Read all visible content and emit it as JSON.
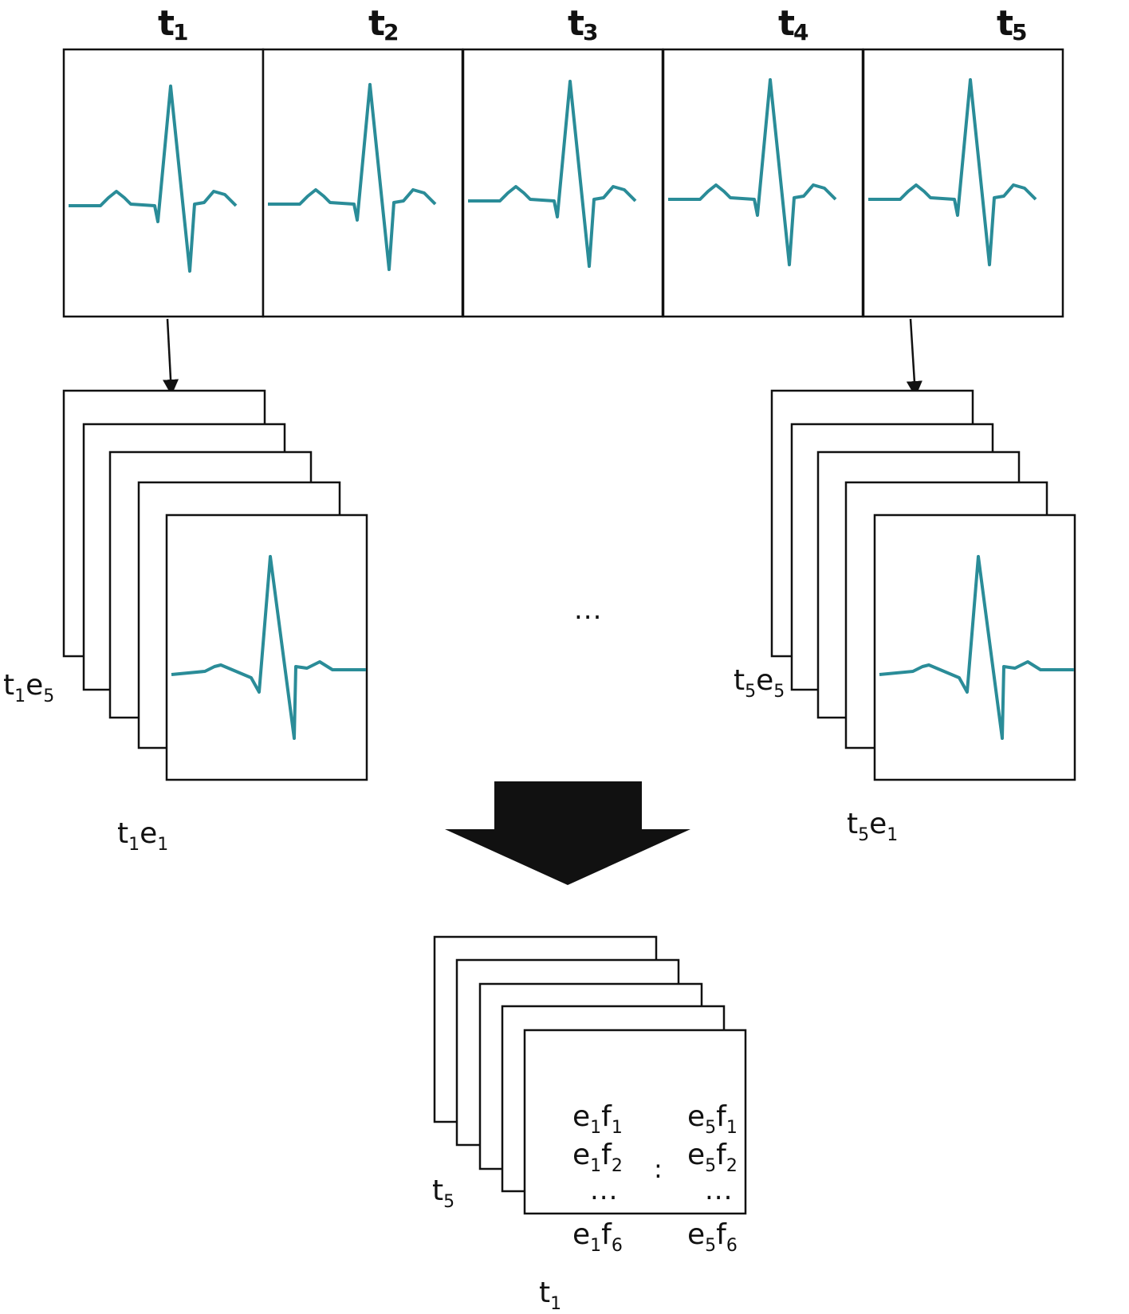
{
  "colors": {
    "ecg": "#2a8c98",
    "line": "#111111",
    "background": "#ffffff"
  },
  "top_labels": [
    {
      "base": "t",
      "sub": "1"
    },
    {
      "base": "t",
      "sub": "2"
    },
    {
      "base": "t",
      "sub": "3"
    },
    {
      "base": "t",
      "sub": "4"
    },
    {
      "base": "t",
      "sub": "5"
    }
  ],
  "left_stack": {
    "label_back": {
      "b1": "t",
      "s1": "1",
      "b2": "e",
      "s2": "5"
    },
    "label_front": {
      "b1": "t",
      "s1": "1",
      "b2": "e",
      "s2": "1"
    }
  },
  "right_stack": {
    "label_back": {
      "b1": "t",
      "s1": "5",
      "b2": "e",
      "s2": "5"
    },
    "label_front": {
      "b1": "t",
      "s1": "5",
      "b2": "e",
      "s2": "1"
    }
  },
  "middle_ellipsis": "...",
  "bottom_stack": {
    "label_back": {
      "b1": "t",
      "s1": "5"
    },
    "label_front": {
      "b1": "t",
      "s1": "1"
    },
    "left_column": [
      {
        "b1": "e",
        "s1": "1",
        "b2": "f",
        "s2": "1"
      },
      {
        "b1": "e",
        "s1": "1",
        "b2": "f",
        "s2": "2"
      },
      {
        "b1": "e",
        "s1": "1",
        "b2": "f",
        "s2": "6"
      }
    ],
    "right_column": [
      {
        "b1": "e",
        "s1": "5",
        "b2": "f",
        "s2": "1"
      },
      {
        "b1": "e",
        "s1": "5",
        "b2": "f",
        "s2": "2"
      },
      {
        "b1": "e",
        "s1": "5",
        "b2": "f",
        "s2": "6"
      }
    ],
    "ellipsis": "...",
    "separator": ":"
  }
}
